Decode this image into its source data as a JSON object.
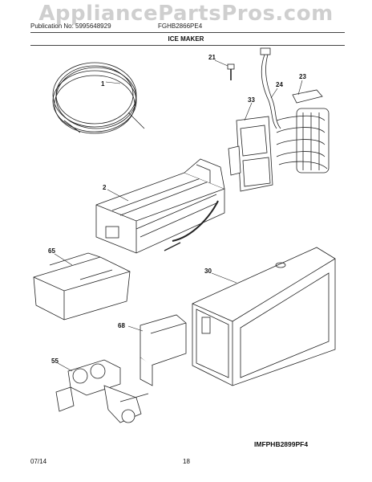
{
  "watermark": "AppliancePartsPros.com",
  "header": {
    "publication": "Publication No: 5995648929",
    "model": "FGHB2866PE4",
    "title": "ICE MAKER"
  },
  "callouts": {
    "c1": "1",
    "c2": "2",
    "c21": "21",
    "c23": "23",
    "c24": "24",
    "c30": "30",
    "c33": "33",
    "c55": "55",
    "c65": "65",
    "c68": "68"
  },
  "drawing_code": "IMFPHB2899PF4",
  "footer": {
    "date": "07/14",
    "page": "18"
  }
}
